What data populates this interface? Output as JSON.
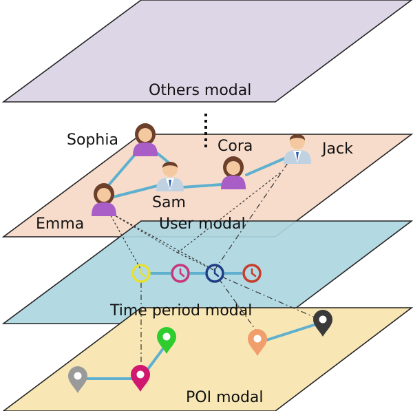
{
  "layers": {
    "others": {
      "label": "Others modal",
      "fill": "#ddd6e6"
    },
    "user": {
      "label": "User modal",
      "fill": "#f7dccb"
    },
    "time": {
      "label": "Time period modal",
      "fill": "#add6e0"
    },
    "poi": {
      "label": "POI modal",
      "fill": "#f8e7b4"
    }
  },
  "users": [
    {
      "id": "sophia",
      "name": "Sophia",
      "gender": "female"
    },
    {
      "id": "cora",
      "name": "Cora",
      "gender": "female"
    },
    {
      "id": "jack",
      "name": "Jack",
      "gender": "male"
    },
    {
      "id": "sam",
      "name": "Sam",
      "gender": "male"
    },
    {
      "id": "emma",
      "name": "Emma",
      "gender": "female"
    }
  ],
  "time_nodes": [
    {
      "id": "t1",
      "color": "#e7e030"
    },
    {
      "id": "t2",
      "color": "#c8367a"
    },
    {
      "id": "t3",
      "color": "#1f3c86"
    },
    {
      "id": "t4",
      "color": "#c83c2a"
    }
  ],
  "poi_nodes": [
    {
      "id": "p1",
      "color": "#9a9a9a"
    },
    {
      "id": "p2",
      "color": "#d0186e"
    },
    {
      "id": "p3",
      "color": "#2ecc2e"
    },
    {
      "id": "p4",
      "color": "#f09e6c"
    },
    {
      "id": "p5",
      "color": "#3a3a3a"
    }
  ],
  "colors": {
    "edge": "#5fb0cf",
    "plane_stroke": "#222222",
    "dashed": "#333333"
  }
}
